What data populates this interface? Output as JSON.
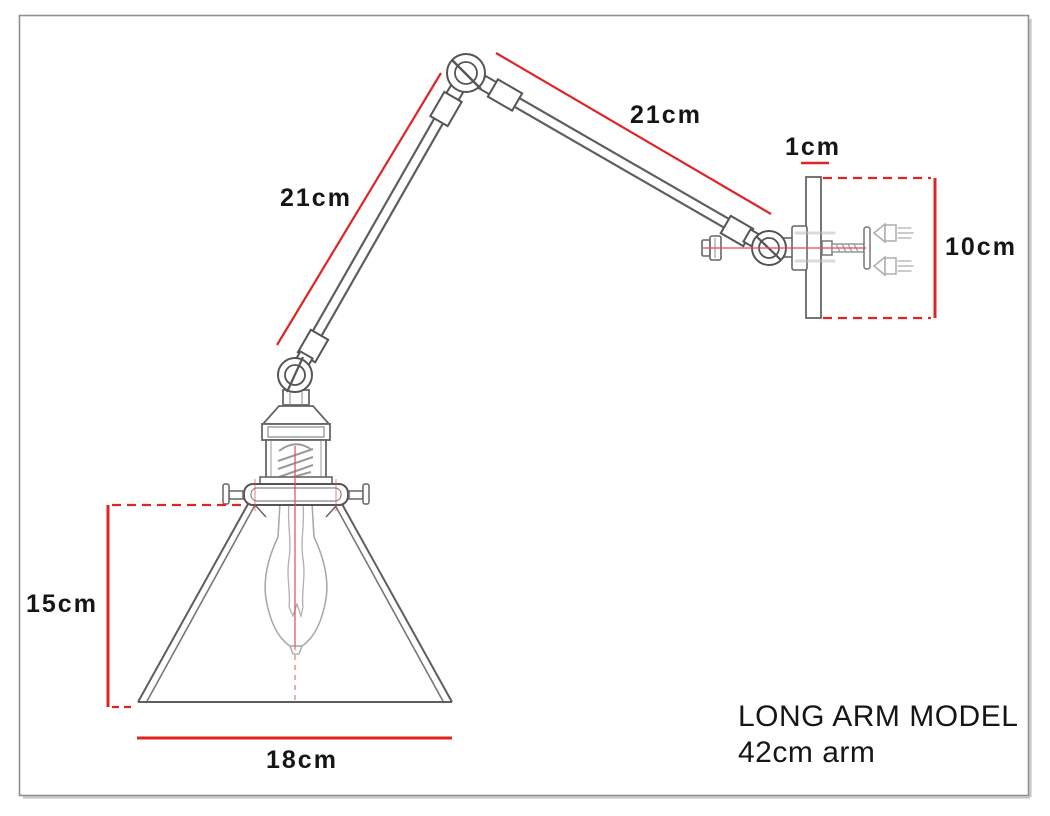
{
  "title": "LONG ARM MODEL",
  "subtitle": "42cm arm",
  "dimensions": {
    "lower_arm": "21cm",
    "upper_arm": "21cm",
    "wall_plate_thickness": "1cm",
    "wall_plate_height": "10cm",
    "shade_height": "15cm",
    "shade_diameter": "18cm"
  },
  "colors": {
    "dimension_red": "#e02424",
    "centerline_red": "#e24c4c",
    "line_gray": "#5e5e5e",
    "detail_gray": "#a6a6a6",
    "text_black": "#161616",
    "frame_gray": "#8f8f8f",
    "background": "#ffffff"
  }
}
